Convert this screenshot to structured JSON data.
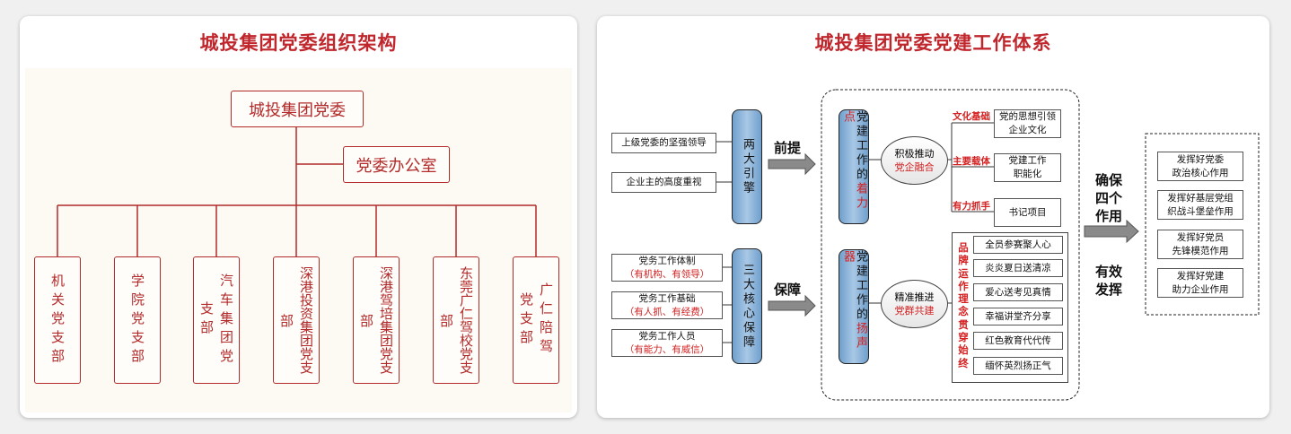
{
  "left": {
    "title": "城投集团党委组织架构",
    "top": "城投集团党委",
    "office": "党委办公室",
    "branches": [
      "机关党支部",
      "学院党支部",
      "汽车集团党支部",
      "深港投资集团党支部",
      "深港驾培集团党支部",
      "东莞广仁驾校党支部",
      "广仁陪驾党支部"
    ]
  },
  "right": {
    "title": "城投集团党委党建工作体系",
    "group1": {
      "inputs": [
        "上级党委的坚强领导",
        "企业主的高度重视"
      ],
      "pill": "两大引擎",
      "arrow_label": "前提"
    },
    "group2": {
      "inputs": [
        {
          "line1": "党务工作体制",
          "line2": "（有机构、有领导）"
        },
        {
          "line1": "党务工作基础",
          "line2": "（有人抓、有经费）"
        },
        {
          "line1": "党务工作人员",
          "line2": "（有能力、有威信）"
        }
      ],
      "pill": "三大核心保障",
      "arrow_label": "保障"
    },
    "upper": {
      "pill_a": "党建工作的",
      "pill_b": "着力点",
      "circle_a": "积极推动",
      "circle_b": "党企融合",
      "items": [
        {
          "label": "文化基础",
          "line1": "党的思想引领",
          "line2": "企业文化"
        },
        {
          "label": "主要载体",
          "line1": "党建工作",
          "line2": "职能化"
        },
        {
          "label": "有力抓手",
          "line1": "书记项目",
          "line2": ""
        }
      ]
    },
    "lower": {
      "pill_a": "党建工作的",
      "pill_b": "扬声器",
      "circle_a": "精准推进",
      "circle_b": "党群共建",
      "vertical_label": "品牌运作理念贯穿始终",
      "items": [
        "全员参赛聚人心",
        "炎炎夏日送清凉",
        "爱心送考见真情",
        "幸福讲堂齐分享",
        "红色教育代代传",
        "缅怀英烈扬正气"
      ]
    },
    "ensure": {
      "line1": "确保",
      "line2": "四个",
      "line3": "作用",
      "line4": "有效",
      "line5": "发挥"
    },
    "results": [
      {
        "line1": "发挥好党委",
        "line2": "政治核心作用"
      },
      {
        "line1": "发挥好基层党组",
        "line2": "织战斗堡垒作用"
      },
      {
        "line1": "发挥好党员",
        "line2": "先锋模范作用"
      },
      {
        "line1": "发挥好党建",
        "line2": "助力企业作用"
      }
    ]
  }
}
